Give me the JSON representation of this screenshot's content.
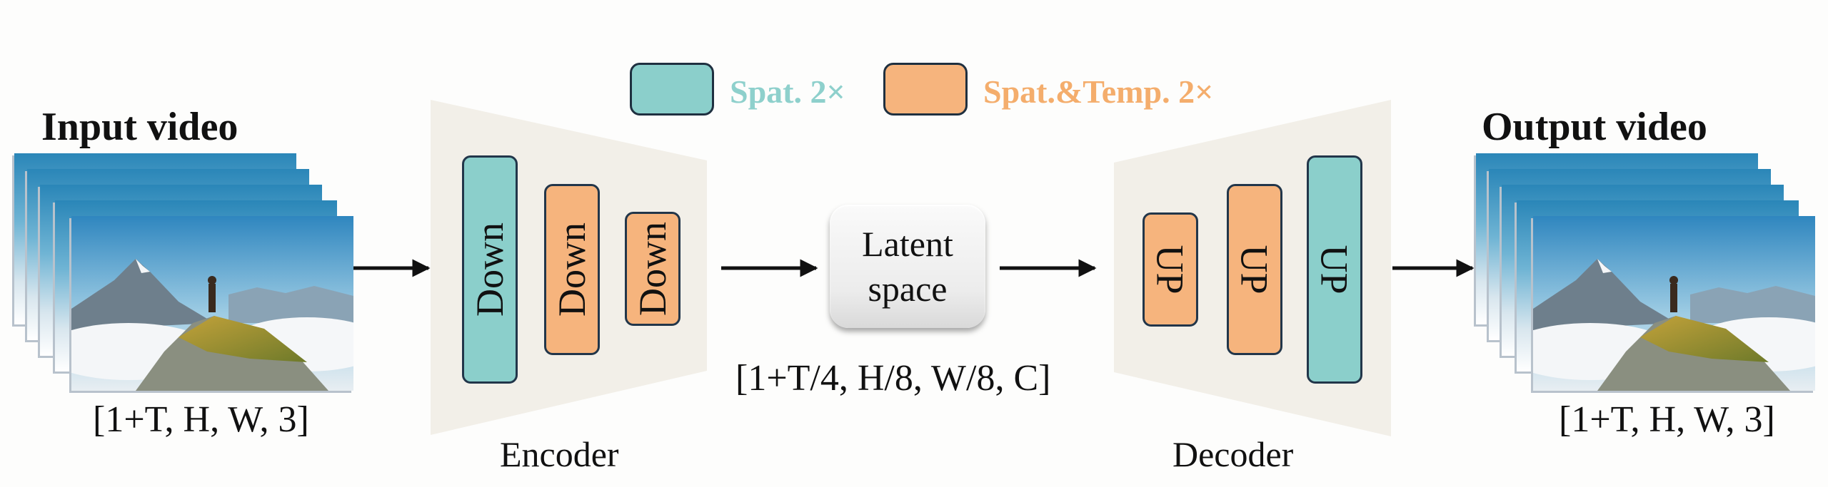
{
  "legend": {
    "items": [
      {
        "label": "Spat. 2×",
        "color": "#8bcfcb",
        "text_color": "#8ed0cc"
      },
      {
        "label": "Spat.&Temp. 2×",
        "color": "#f6b47d",
        "text_color": "#f4ad6c"
      }
    ]
  },
  "input": {
    "title": "Input video",
    "dims": "[1+T, H, W, 3]"
  },
  "encoder": {
    "label": "Encoder",
    "blocks": [
      {
        "label": "Down",
        "color": "#8bcfcb"
      },
      {
        "label": "Down",
        "color": "#f6b47d"
      },
      {
        "label": "Down",
        "color": "#f6b47d"
      }
    ],
    "fill": "#f2efe8"
  },
  "latent": {
    "line1": "Latent",
    "line2": "space",
    "dims": "[1+T/4, H/8, W/8, C]"
  },
  "decoder": {
    "label": "Decoder",
    "blocks": [
      {
        "label": "UP",
        "color": "#f6b47d"
      },
      {
        "label": "UP",
        "color": "#f6b47d"
      },
      {
        "label": "UP",
        "color": "#8bcfcb"
      }
    ],
    "fill": "#f2efe8"
  },
  "output": {
    "title": "Output video",
    "dims": "[1+T, H, W, 3]"
  }
}
